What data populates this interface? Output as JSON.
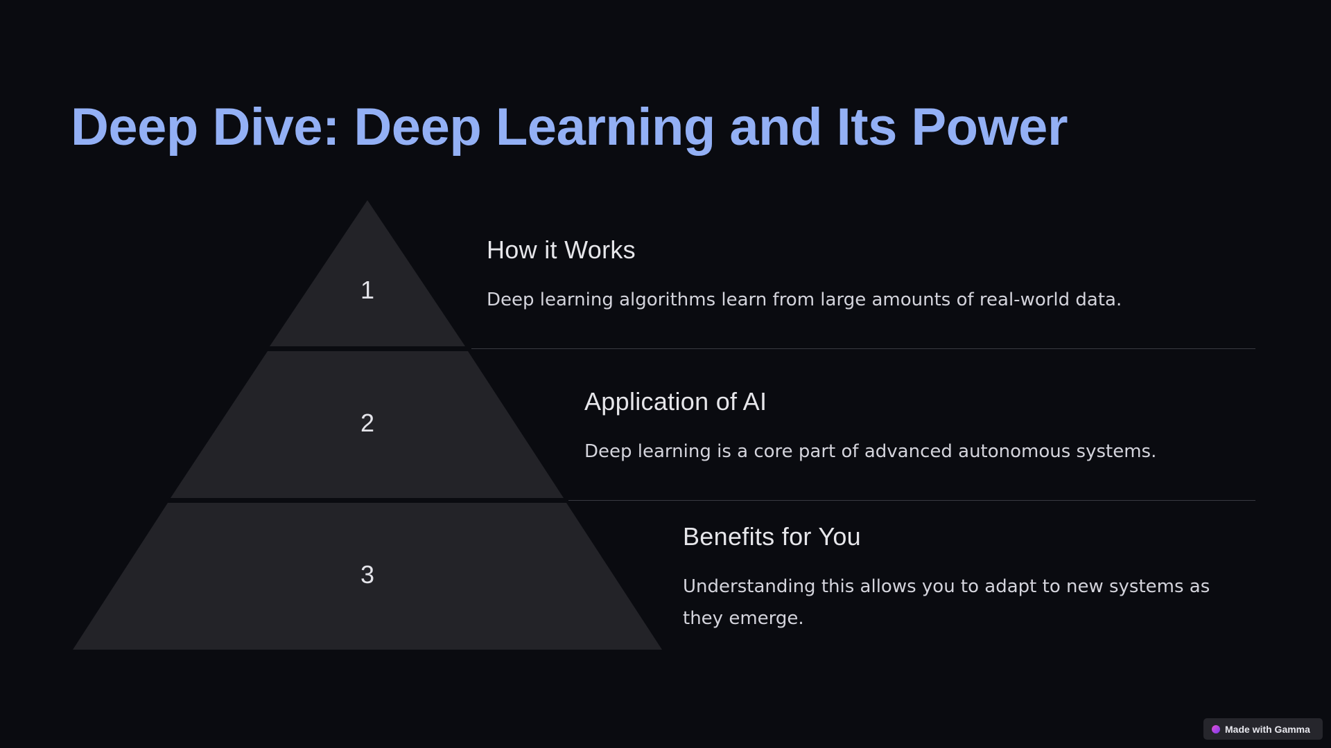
{
  "title": "Deep Dive: Deep Learning and Its Power",
  "pyramid": {
    "levels": [
      {
        "number": "1",
        "heading": "How it Works",
        "text": "Deep learning algorithms learn from large amounts of real-world data."
      },
      {
        "number": "2",
        "heading": "Application of AI",
        "text": "Deep learning is a core part of advanced autonomous systems."
      },
      {
        "number": "3",
        "heading": "Benefits for You",
        "text": "Understanding this allows you to adapt to new systems as they emerge."
      }
    ]
  },
  "badge": {
    "label": "Made with Gamma",
    "icon": "gamma-logo-icon"
  },
  "colors": {
    "background": "#0a0b10",
    "title": "#93b0f5",
    "tier": "#232328"
  }
}
